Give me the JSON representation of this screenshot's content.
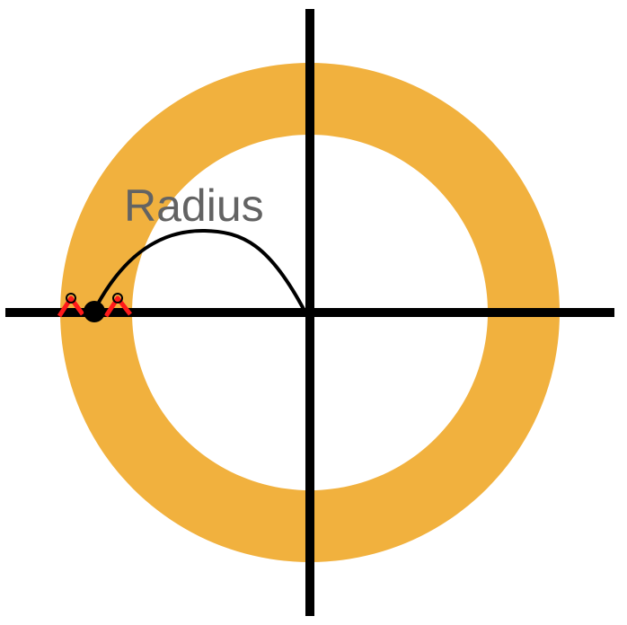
{
  "diagram": {
    "label": "Radius",
    "colors": {
      "ring": "#F1B13E",
      "axes": "#000000",
      "arc": "#000000",
      "label": "#636363",
      "marker": "#000000",
      "zigzag": "#FF1A1A"
    },
    "icons": {
      "marker": "filled-circle-dot",
      "hinge": "open-circle-node"
    }
  }
}
